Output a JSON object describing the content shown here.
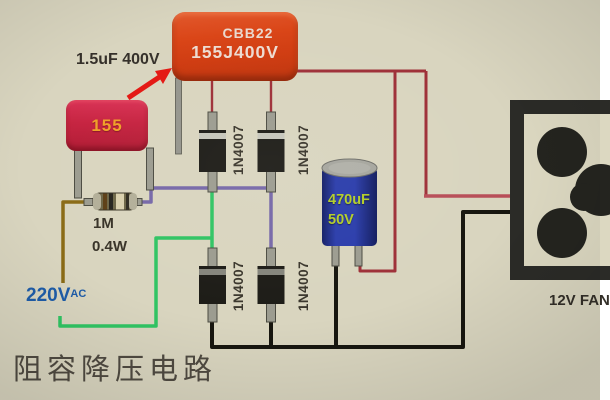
{
  "title": "阻容降压电路",
  "annotation_cap": {
    "label": "1.5uF 400V"
  },
  "photo_cap": {
    "line1": "CBB22",
    "line2": "155J400V"
  },
  "film_cap": {
    "label": "155"
  },
  "resistor": {
    "value": "1M",
    "power": "0.4W"
  },
  "ac_source": {
    "voltage": "220V",
    "unit": "AC"
  },
  "diodes": {
    "labels": [
      "1N4007",
      "1N4007",
      "1N4007",
      "1N4007"
    ]
  },
  "electrolytic_cap": {
    "capacity": "470uF",
    "voltage": "50V"
  },
  "fan": {
    "label": "12V FAN"
  },
  "colors": {
    "background": "#d9d5bf",
    "wire_live_brown": "#8a6b16",
    "wire_neutral_green": "#30c463",
    "wire_ac_purple": "#7668a8",
    "wire_dc_positive_red": "#9e3038",
    "wire_fan_red": "#b84e58",
    "wire_dc_negative_black": "#17160f",
    "photo_cap_orange": "#cf3b10",
    "film_cap_red": "#c62340",
    "electrolytic_blue": "#2b3dab",
    "label_blue": "#1e5ca8",
    "arrow_red": "#e41712"
  }
}
